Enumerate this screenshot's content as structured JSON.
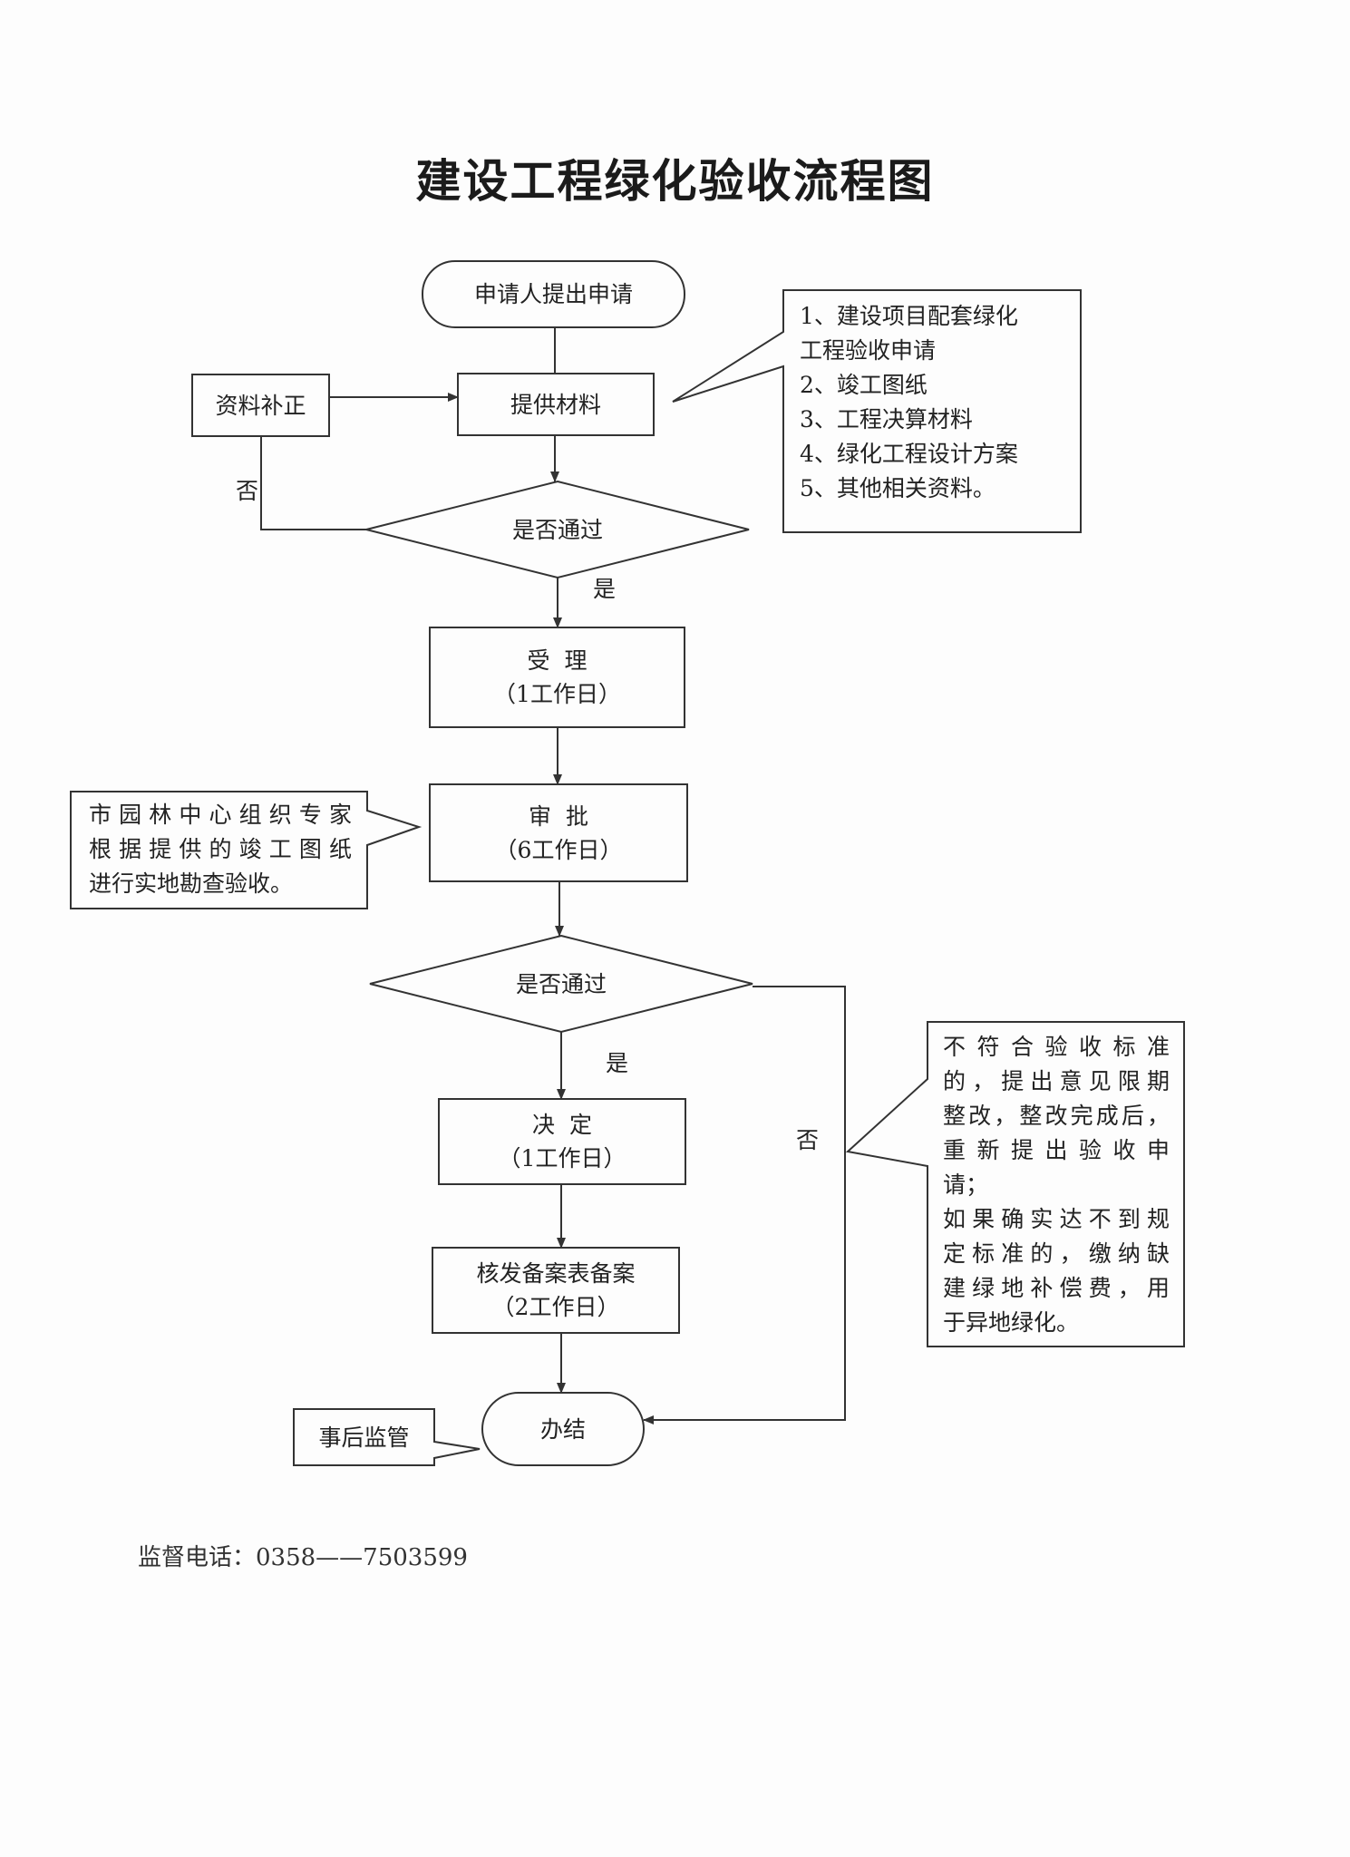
{
  "title": "建设工程绿化验收流程图",
  "nodes": {
    "start": "申请人提出申请",
    "submit_materials": "提供材料",
    "correct_materials": "资料补正",
    "check1": "是否通过",
    "accept": {
      "name": "受  理",
      "duration": "（1工作日）"
    },
    "approve": {
      "name": "审  批",
      "duration": "（6工作日）"
    },
    "check2": "是否通过",
    "decide": {
      "name": "决  定",
      "duration": "（1工作日）"
    },
    "issue": {
      "name": "核发备案表备案",
      "duration": "（2工作日）"
    },
    "finish": "办结"
  },
  "edge_labels": {
    "no_1": "否",
    "yes_1": "是",
    "yes_2": "是",
    "no_2": "否"
  },
  "notes": {
    "materials_list": [
      "1、建设项目配套绿化",
      "工程验收申请",
      "2、竣工图纸",
      "3、工程决算材料",
      "4、绿化工程设计方案",
      "5、其他相关资料。"
    ],
    "approval_note": [
      "市园林中心组织专家",
      "根据提供的竣工图纸",
      "进行实地勘查验收。"
    ],
    "rejection_note": [
      "不符合验收标准",
      "的，提出意见限期",
      "整改，整改完成后，",
      "重新提出验收申",
      "请；",
      "如果确实达不到规",
      "定标准的，缴纳缺",
      "建绿地补偿费，用",
      "于异地绿化。"
    ],
    "after_supervision": "事后监管"
  },
  "footer": "监督电话：0358——7503599",
  "colors": {
    "line": "#333333",
    "text": "#222222",
    "background": "#fdfdfd"
  }
}
